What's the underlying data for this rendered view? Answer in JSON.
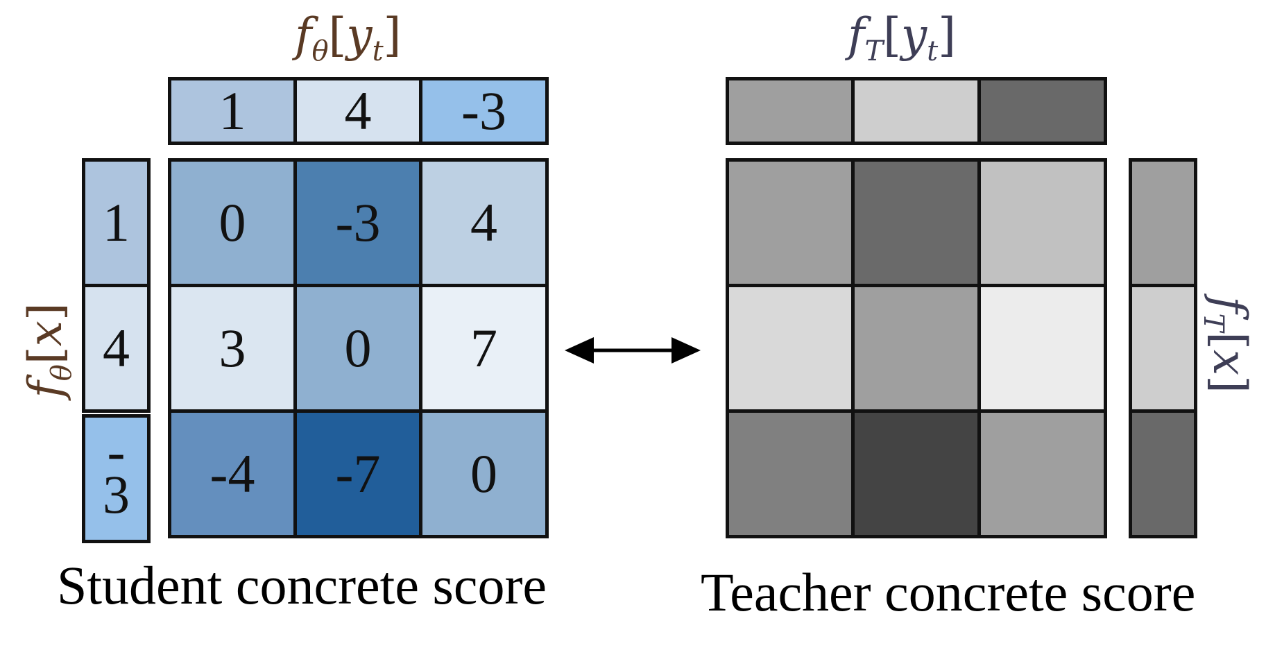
{
  "student": {
    "top_label": {
      "f": "f",
      "sub": "θ",
      "arg": "y",
      "arg_sub": "t"
    },
    "side_label": {
      "f": "f",
      "sub": "θ",
      "arg": "x"
    },
    "top_values": [
      "1",
      "4",
      "-3"
    ],
    "side_values": [
      "1",
      "4",
      "-3"
    ],
    "matrix": [
      [
        "0",
        "-3",
        "4"
      ],
      [
        "3",
        "0",
        "7"
      ],
      [
        "-4",
        "-7",
        "0"
      ]
    ],
    "colors": {
      "top": [
        "#adc4de",
        "#d6e2ef",
        "#95c0ea"
      ],
      "side": [
        "#adc4de",
        "#d6e2ef",
        "#95c0ea"
      ],
      "matrix": [
        [
          "#8fb0d0",
          "#4c7faf",
          "#bdd0e3"
        ],
        [
          "#dbe6f1",
          "#8fb0d0",
          "#e9f0f7"
        ],
        [
          "#648fbe",
          "#215e9a",
          "#8fb0d0"
        ]
      ]
    },
    "caption": "Student concrete score"
  },
  "teacher": {
    "top_label": {
      "f": "f",
      "sub": "T",
      "arg": "y",
      "arg_sub": "t"
    },
    "side_label": {
      "f": "f",
      "sub": "T",
      "arg": "x"
    },
    "colors": {
      "top": [
        "#9f9f9f",
        "#cecece",
        "#696969"
      ],
      "side": [
        "#9f9f9f",
        "#cecece",
        "#696969"
      ],
      "matrix": [
        [
          "#9f9f9f",
          "#6a6a6a",
          "#c1c1c1"
        ],
        [
          "#d9d9d9",
          "#9f9f9f",
          "#ececec"
        ],
        [
          "#808080",
          "#444444",
          "#9f9f9f"
        ]
      ]
    },
    "caption": "Teacher concrete score"
  },
  "arrow": {
    "direction": "bidirectional"
  }
}
